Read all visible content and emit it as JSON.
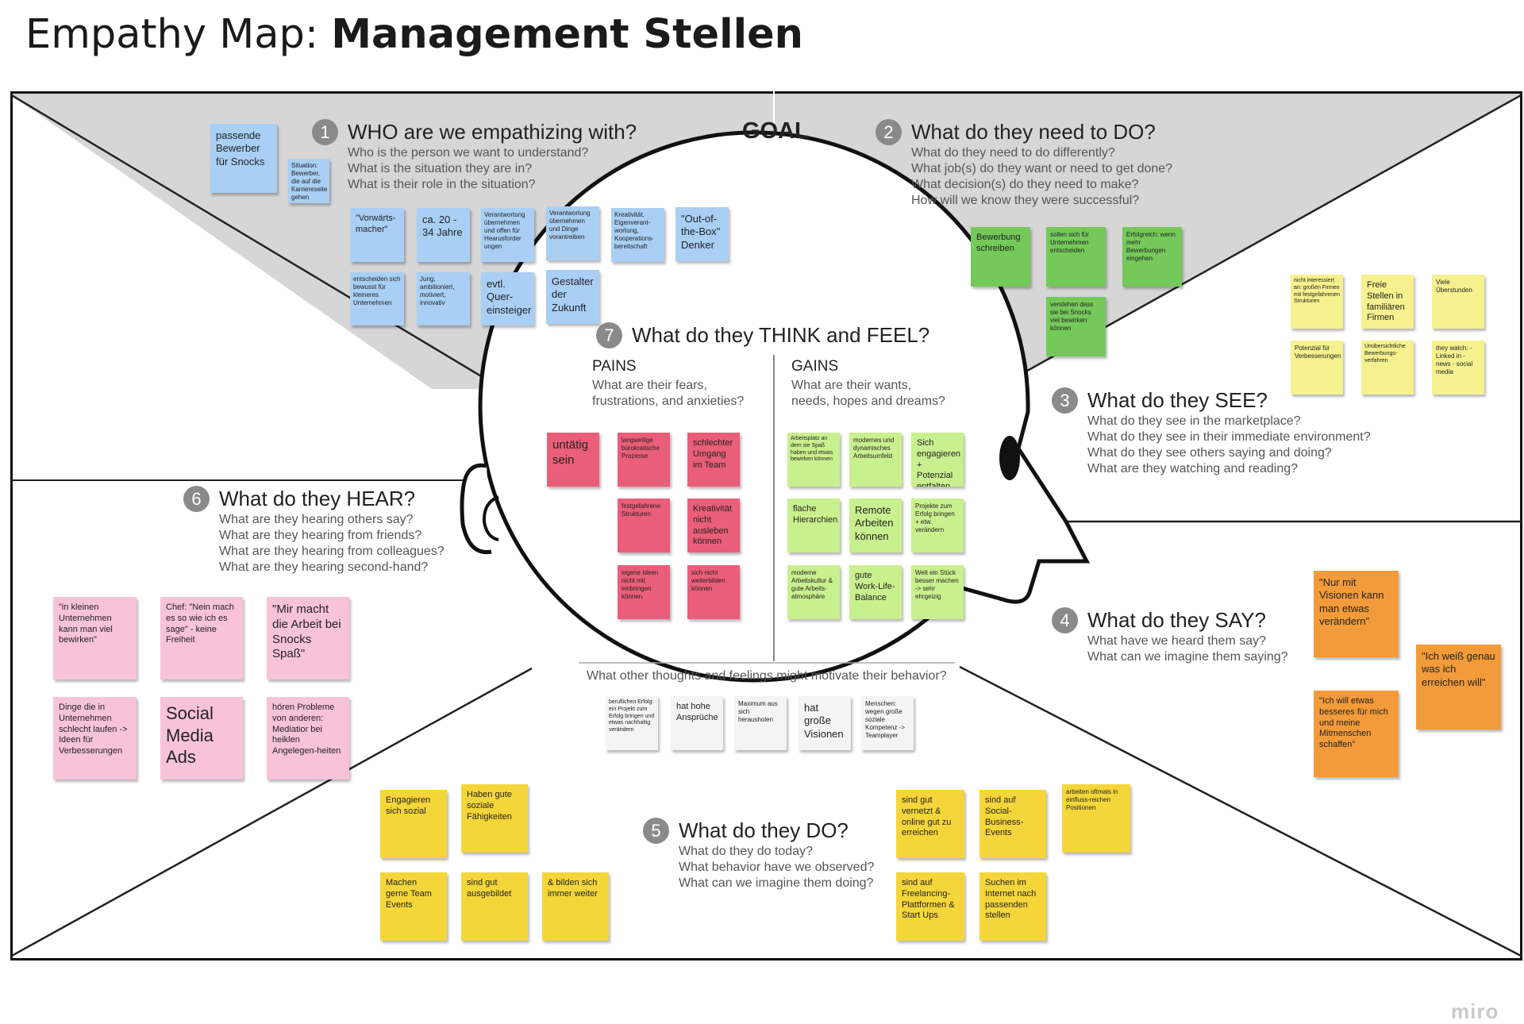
{
  "title": {
    "prefix": "Empathy Map: ",
    "bold": "Management Stellen"
  },
  "goal": "GOAL",
  "watermark": "miro",
  "sections": {
    "who": {
      "num": "1",
      "heading": "WHO are we empathizing with?",
      "questions": [
        "Who is the person we want to understand?",
        "What is the situation they are in?",
        "What is their role in the situation?"
      ]
    },
    "do_need": {
      "num": "2",
      "heading": "What do they need to DO?",
      "questions": [
        "What do they need to do differently?",
        "What job(s) do they want or need to get done?",
        "What decision(s) do they need to make?",
        "How will we know they were successful?"
      ]
    },
    "see": {
      "num": "3",
      "heading": "What do they SEE?",
      "questions": [
        "What do they see in the marketplace?",
        "What do they see in their immediate environment?",
        "What do they see others saying and doing?",
        "What are they watching and reading?"
      ]
    },
    "say": {
      "num": "4",
      "heading": "What do they SAY?",
      "questions": [
        "What have we heard them say?",
        "What can we imagine them saying?"
      ]
    },
    "do": {
      "num": "5",
      "heading": "What do they DO?",
      "questions": [
        "What do they do today?",
        "What behavior have we observed?",
        "What can we imagine them doing?"
      ]
    },
    "hear": {
      "num": "6",
      "heading": "What do they HEAR?",
      "questions": [
        "What are they hearing others say?",
        "What are they hearing from friends?",
        "What are they hearing from colleagues?",
        "What are they hearing second-hand?"
      ]
    },
    "think": {
      "num": "7",
      "heading": "What do they THINK and FEEL?",
      "pains_title": "PAINS",
      "pains_q": [
        "What are their fears,",
        "frustrations, and anxieties?"
      ],
      "gains_title": "GAINS",
      "gains_q": [
        "What are their wants,",
        "needs, hopes and dreams?"
      ],
      "other": "What other thoughts and feelings might motivate their behavior?"
    }
  },
  "notes": {
    "who": [
      "passende Bewerber für Snocks",
      "Situation: Bewerber, die auf die Karriereseite gehen",
      "\"Vorwärts-macher\"",
      "ca. 20 - 34 Jahre",
      "Verantwortung übernehmen und offen für Hearusforder ungen",
      "Verantwortung übernehmen und Dinge vorantreiben",
      "Kreativität, Eigenverant-wortung, Kooperations-bereitschaft",
      "\"Out-of-the-Box\" Denker",
      "entscheiden sich bewusst für kleineres Unternehmen",
      "Jung, ambitioniert, motiviert, innovativ",
      "evtl. Quer-einsteiger",
      "Gestalter der Zukunft"
    ],
    "do_need": [
      "Bewerbung schreiben",
      "sollen sich für Unternehmen entscheiden",
      "Erfolgreich: wenn mehr Bewerbungen eingehen",
      "verstehen dass sie bei Snocks viel bewirken können"
    ],
    "see": [
      "nicht interessiert an: großen Firmen mit festgefahrenen Strukturen",
      "Freie Stellen in familiären Firmen",
      "Viele Überstunden",
      "Potenzial für Verbesserungen",
      "Unübersichtliche Bewerbungs-verfahren",
      "they watch: -Linked in - news - social media"
    ],
    "say": [
      "\"Nur mit Visionen kann man etwas verändern\"",
      "\"Ich weiß genau was ich erreichen will\"",
      "\"Ich will etwas besseres für mich und meine Mitmenschen schaffen\""
    ],
    "hear": [
      "\"in kleinen Unternehmen kann man viel bewirken\"",
      "Chef: \"Nein mach es so wie ich es sage\" - keine Freiheit",
      "\"Mir macht die Arbeit bei Snocks Spaß\"",
      "Dinge die in Unternehmen schlecht laufen -> Ideen für Verbesserungen",
      "Social Media Ads",
      "hören Probleme von anderen: Mediatior bei heiklen Angelegen-heiten"
    ],
    "pains": [
      "untätig sein",
      "langweilige bürokratische Prozesse",
      "schlechter Umgang im Team",
      "festgefahrene Strukturen",
      "Kreativität nicht ausleben können",
      "eigene Ideen nicht mit einbringen können",
      "sich nicht weiterbilden können"
    ],
    "gains": [
      "Arbeitsplatz an dem sie Spaß haben und etwas bewirken können",
      "modernes und dynamisches Arbeitsumfeld",
      "Sich engagieren + Potenzial entfalten",
      "flache Hierarchien",
      "Remote Arbeiten können",
      "Projekte zum Erfolg bringen + etw. verändern",
      "moderne Arbeitskultur & gute Arbeits-atmosphäre",
      "gute Work-Life-Balance",
      "Welt ein Stück besser machen -> sehr ehrgeizig"
    ],
    "other": [
      "beruflichen Erfolg: ein Projekt zum Erfolg bringen und etwas nachhaltig verändern",
      "hat hohe Ansprüche",
      "Maximum aus sich herausholen",
      "hat große Visionen",
      "Menschen: wegen große soziale Kompetenz -> Teamplayer"
    ],
    "do": [
      "Engagieren sich sozial",
      "Haben gute soziale Fähigkeiten",
      "Machen gerne Team Events",
      "sind gut ausgebildet",
      "& bilden sich immer weiter",
      "sind gut vernetzt & online gut zu erreichen",
      "sind auf Social-Business-Events",
      "arbeiten oftmals in einfluss-reichen Positionen",
      "sind auf Freelancing-Plattformen & Start Ups",
      "Suchen im Internet nach passenden stellen"
    ]
  },
  "colors": {
    "blue": "#a9cff5",
    "green": "#74c95a",
    "yellow": "#f5d63a",
    "light_yellow": "#f6f18e",
    "light_green": "#c9f08e",
    "red": "#ea5e79",
    "pink": "#f8c3d8",
    "orange": "#f39b3a",
    "white": "#f4f4f4",
    "top_band": "#d9d9d9"
  }
}
